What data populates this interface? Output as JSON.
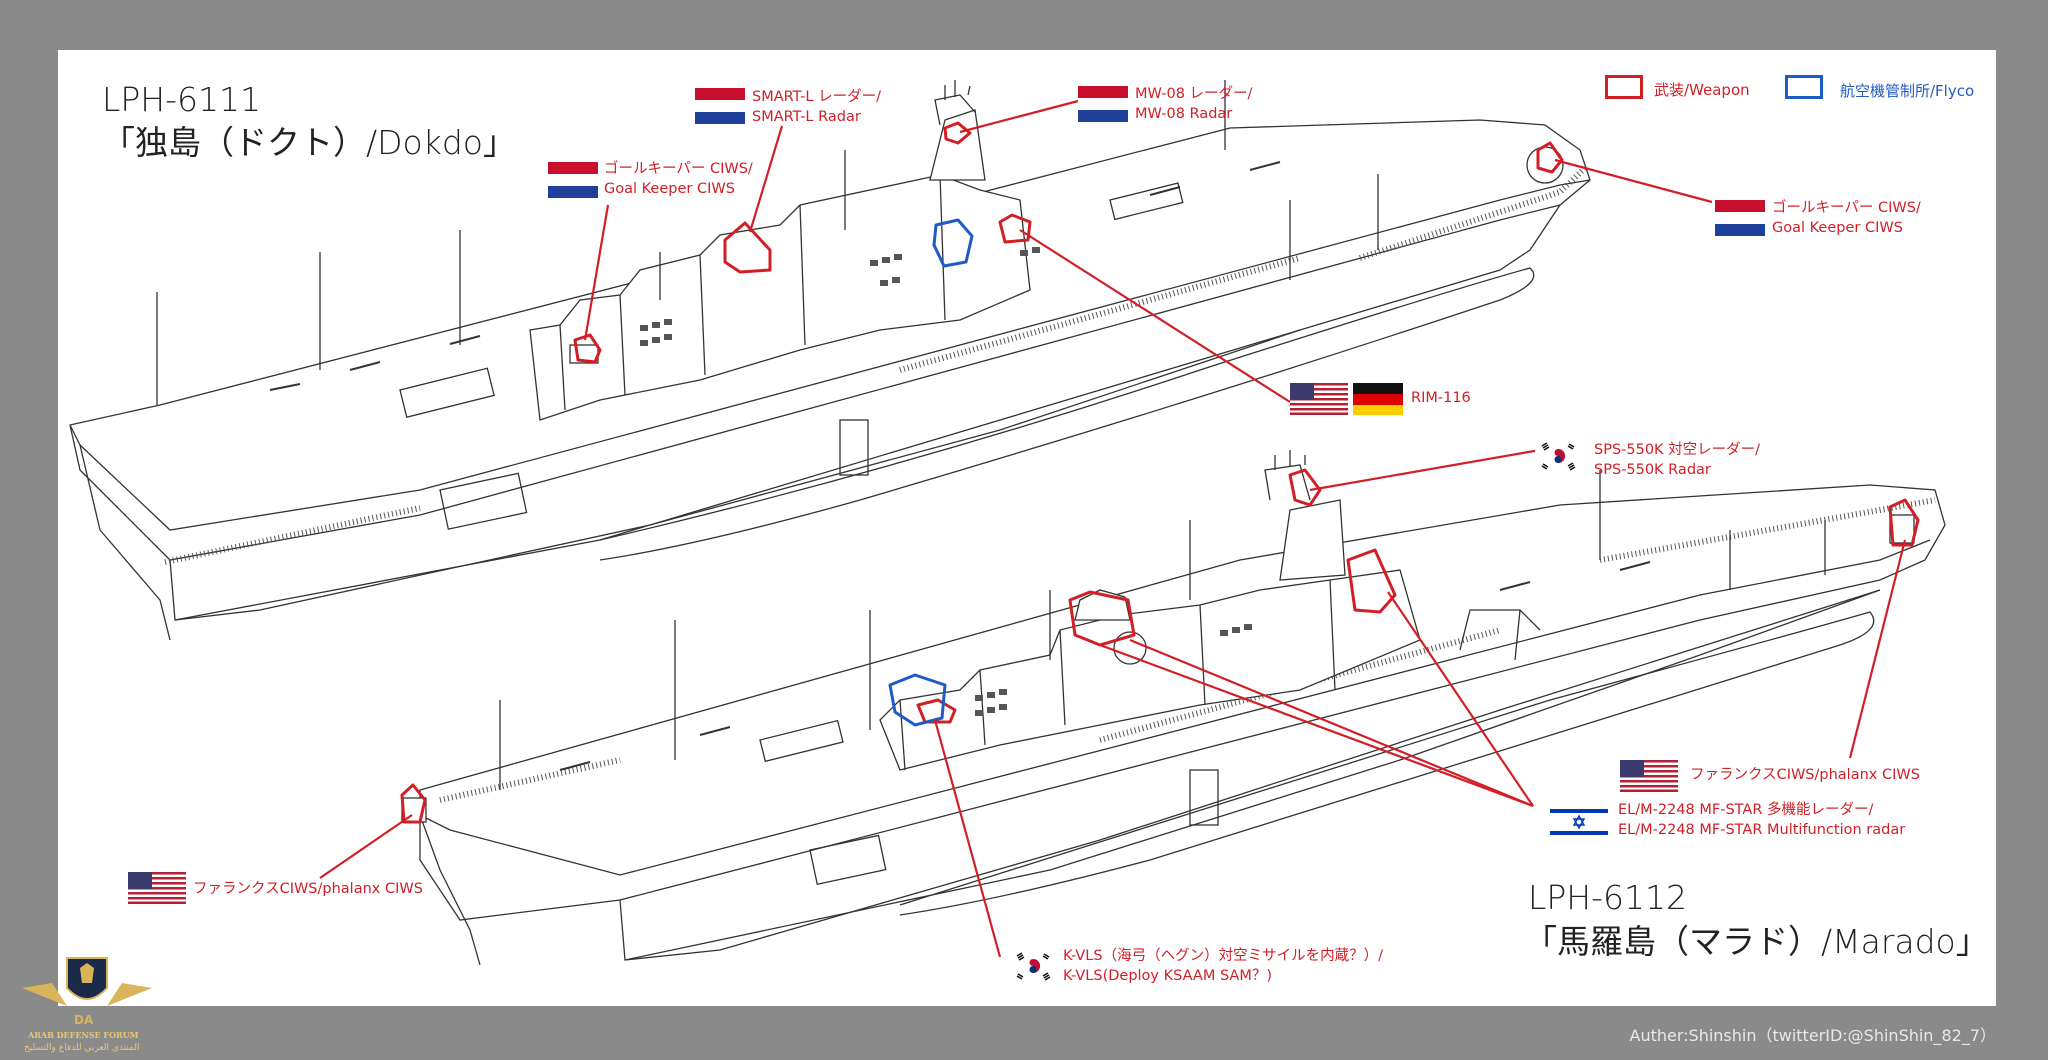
{
  "legend": {
    "weapon": {
      "label": "武装/Weapon",
      "color": "#d21f26"
    },
    "flyco": {
      "label": "航空機管制所/Flyco",
      "color": "#1f5bc4"
    }
  },
  "ship1": {
    "designation": "LPH-6111",
    "name": "「独島（ドクト）/Dokdo」"
  },
  "ship2": {
    "designation": "LPH-6112",
    "name": "「馬羅島（マラド）/Marado」"
  },
  "callouts": {
    "smart_l": {
      "line1": "SMART-L レーダー/",
      "line2": "SMART-L Radar",
      "flag": "netherlands"
    },
    "mw08": {
      "line1": "MW-08 レーダー/",
      "line2": "MW-08 Radar",
      "flag": "netherlands"
    },
    "goalkeeper_fwd": {
      "line1": "ゴールキーパー CIWS/",
      "line2": "Goal Keeper CIWS",
      "flag": "netherlands"
    },
    "goalkeeper_aft": {
      "line1": "ゴールキーパー CIWS/",
      "line2": "Goal Keeper CIWS",
      "flag": "netherlands"
    },
    "rim116": {
      "line1": "RIM-116",
      "flags": [
        "usa",
        "germany"
      ]
    },
    "sps550k": {
      "line1": "SPS-550K 対空レーダー/",
      "line2": "SPS-550K Radar",
      "flag": "south-korea"
    },
    "phalanx_aft": {
      "line1": "ファランクスCIWS/phalanx CIWS",
      "flag": "usa"
    },
    "mfstar": {
      "line1": "EL/M-2248 MF-STAR 多機能レーダー/",
      "line2": "EL/M-2248 MF-STAR Multifunction radar",
      "flag": "israel"
    },
    "phalanx_fwd": {
      "line1": "ファランクスCIWS/phalanx CIWS",
      "flag": "usa"
    },
    "kvls": {
      "line1": "K-VLS（海弓（ヘグン）対空ミサイルを内蔵？）/",
      "line2": "K-VLS(Deploy KSAAM SAM？)",
      "flag": "south-korea"
    }
  },
  "author": "Auther:Shinshin（twitterID:@ShinShin_82_7）",
  "forum": {
    "name": "ARAB DEFENSE FORUM",
    "arabic": "المنتدى العربي للدفاع والتسليح"
  }
}
